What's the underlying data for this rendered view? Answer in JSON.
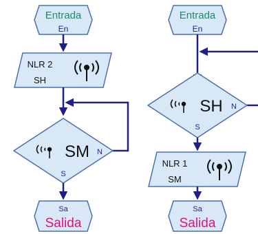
{
  "colors": {
    "line": "#1f1f8a",
    "shape_fill": "#d9e8f7",
    "shape_stroke": "#4a6fb0",
    "entrada_text": "#1a8a6a",
    "salida_text": "#e0117d",
    "sub_text": "#1f1f8a",
    "body_text": "#111111"
  },
  "left": {
    "start": {
      "title": "Entrada",
      "sub": "En"
    },
    "process": {
      "line1": "NLR 2",
      "line2": "SH",
      "icon": "antenna-icon"
    },
    "decision": {
      "text": "SM",
      "no_label": "N",
      "yes_label": "S",
      "icon": "sensor-wave-icon"
    },
    "end": {
      "sub": "Sa",
      "title": "Salida"
    }
  },
  "right": {
    "start": {
      "title": "Entrada",
      "sub": "En"
    },
    "decision": {
      "text": "SH",
      "no_label": "N",
      "yes_label": "S",
      "icon": "sensor-wave-icon"
    },
    "process": {
      "line1": "NLR 1",
      "line2": "SM",
      "icon": "antenna-icon"
    },
    "end": {
      "sub": "Sa",
      "title": "Salida"
    }
  }
}
